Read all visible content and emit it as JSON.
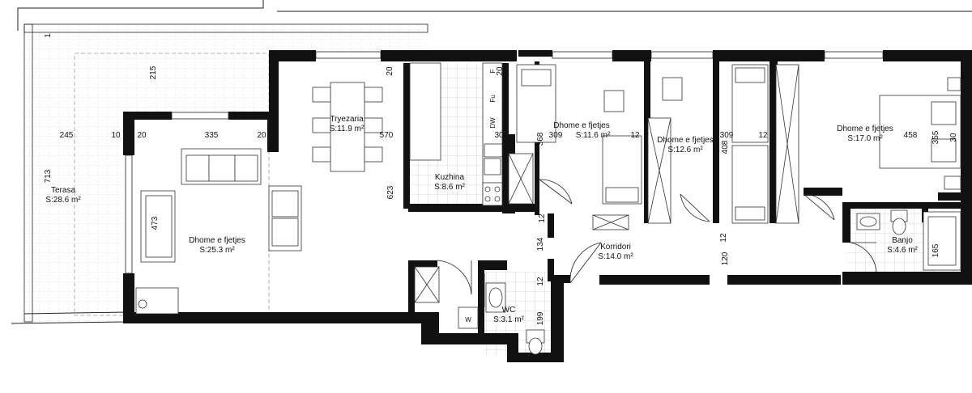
{
  "rooms": {
    "terasa": {
      "name": "Terasa",
      "area": "S:28.6 m²"
    },
    "dhome1": {
      "name": "Dhome e fjetjes",
      "area": "S:25.3 m²"
    },
    "tryezaria": {
      "name": "Tryezaria",
      "area": "S:11.9 m²"
    },
    "kuzhina": {
      "name": "Kuzhina",
      "area": "S:8.6 m²"
    },
    "dhome2": {
      "name": "Dhome e fjetjes",
      "area": "S:11.6 m²"
    },
    "dhome3": {
      "name": "Dhome e fjetjes",
      "area": "S:12.6 m²"
    },
    "dhome4": {
      "name": "Dhome e fjetjes",
      "area": "S:17.0 m²"
    },
    "korridori": {
      "name": "Korridori",
      "area": "S:14.0 m²"
    },
    "banjo": {
      "name": "Banjo",
      "area": "S:4.6 m²"
    },
    "wc": {
      "name": "WC",
      "area": "S:3.1 m²"
    }
  },
  "dimensions": {
    "d215": "215",
    "d245": "245",
    "d713": "713",
    "d10": "10",
    "d20a": "20",
    "d335": "335",
    "d20b": "20",
    "d20c": "20",
    "d570": "570",
    "d623": "623",
    "d473": "473",
    "d20d": "20",
    "d30a": "30",
    "d309a": "309",
    "d368": "368",
    "d12a": "12",
    "d309b": "309",
    "d408": "408",
    "d12b": "12",
    "d458": "458",
    "d355": "355",
    "d30b": "30",
    "d12c": "12",
    "d134": "134",
    "d12d": "12",
    "d12e": "12",
    "d120": "120",
    "d165": "165",
    "d199": "199",
    "d1": "1"
  },
  "fixtures": {
    "dw": "DW",
    "fu": "Fu",
    "f": "F",
    "w": "W"
  }
}
